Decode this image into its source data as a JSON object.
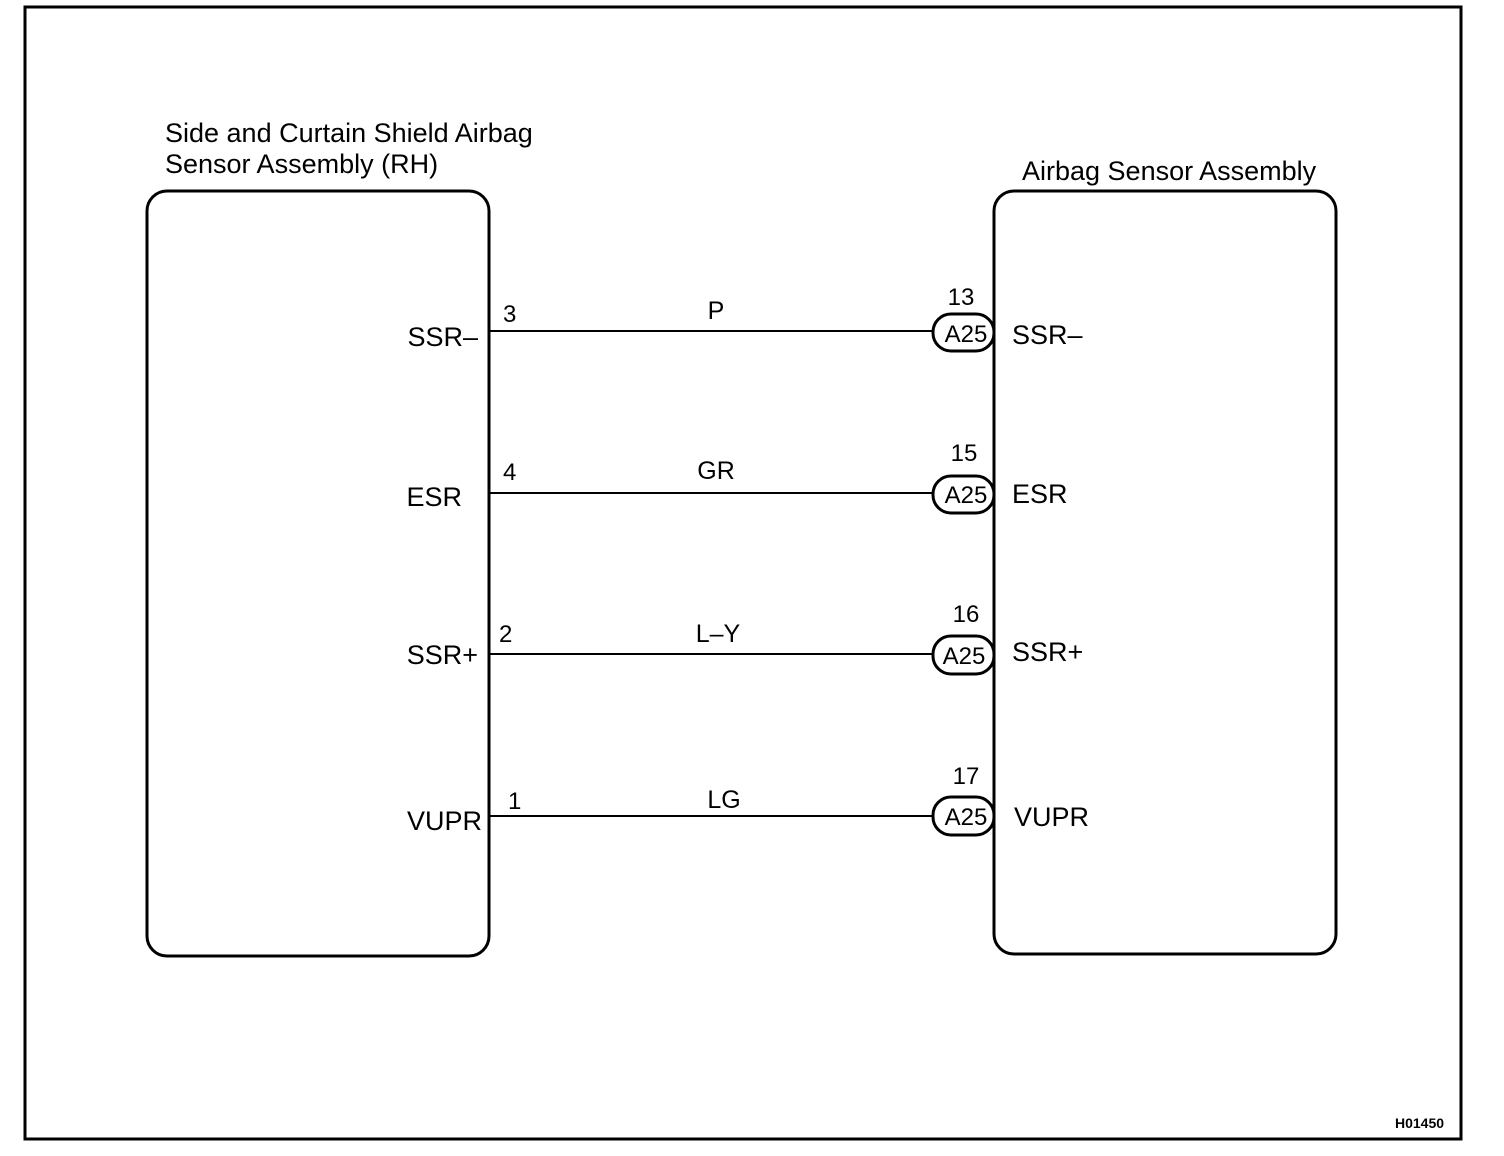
{
  "left_component": {
    "title_line1": "Side and Curtain Shield Airbag",
    "title_line2": "Sensor Assembly (RH)"
  },
  "right_component": {
    "title": "Airbag Sensor Assembly"
  },
  "connections": [
    {
      "left_label": "SSR–",
      "left_pin": "3",
      "wire_color": "P",
      "connector": "A25",
      "right_pin": "13",
      "right_label": "SSR–"
    },
    {
      "left_label": "ESR",
      "left_pin": "4",
      "wire_color": "GR",
      "connector": "A25",
      "right_pin": "15",
      "right_label": "ESR"
    },
    {
      "left_label": "SSR+",
      "left_pin": "2",
      "wire_color": "L–Y",
      "connector": "A25",
      "right_pin": "16",
      "right_label": "SSR+"
    },
    {
      "left_label": "VUPR",
      "left_pin": "1",
      "wire_color": "LG",
      "connector": "A25",
      "right_pin": "17",
      "right_label": "VUPR"
    }
  ],
  "figure_ref": "H01450"
}
